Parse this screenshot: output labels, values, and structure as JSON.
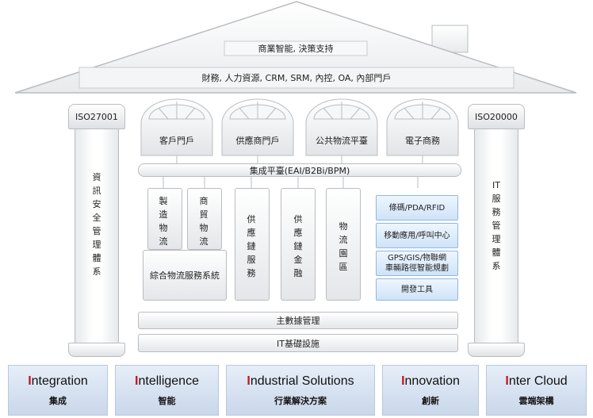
{
  "roof": {
    "line1": "商業智能, 決策支持",
    "line2": "財務, 人力資源, CRM, SRM,  內控, OA, 內部門戶"
  },
  "pillars": {
    "left": {
      "cap": "ISO27001",
      "text": "資訊安全管理體系"
    },
    "right": {
      "cap": "ISO20000",
      "text": "IT服務管理體系"
    }
  },
  "portals": [
    "客戶門戶",
    "供應商門戶",
    "公共物流平臺",
    "電子商務"
  ],
  "integration_bar": "集成平臺(EAI/B2Bi/BPM)",
  "columns": {
    "manufacturing": "製造物流",
    "trade": "商貿物流",
    "integrated": "綜合物流服務系統",
    "supply_service": "供應鏈服務",
    "supply_finance": "供應鏈金融",
    "park": "物流園區"
  },
  "tech": [
    "條碼/PDA/RFID",
    "移動應用/呼叫中心",
    "GPS/GIS/物聯網\n車輛路徑智能規劃",
    "開發工具"
  ],
  "master_data": "主數據管理",
  "it_infra": "IT基礎設施",
  "tiles": [
    {
      "first": "I",
      "rest": "ntegration",
      "sub": "集成"
    },
    {
      "first": "I",
      "rest": "ntelligence",
      "sub": "智能"
    },
    {
      "first": "I",
      "rest": "ndustrial Solutions",
      "sub": "行業解決方案"
    },
    {
      "first": "I",
      "rest": "nnovation",
      "sub": "創新"
    },
    {
      "first": "I",
      "rest": "nter Cloud",
      "sub": "雲端架構"
    }
  ],
  "colors": {
    "accent": "#c4161c",
    "tile_bg": "#d3deee",
    "tech_bg": "#dcebfa"
  }
}
